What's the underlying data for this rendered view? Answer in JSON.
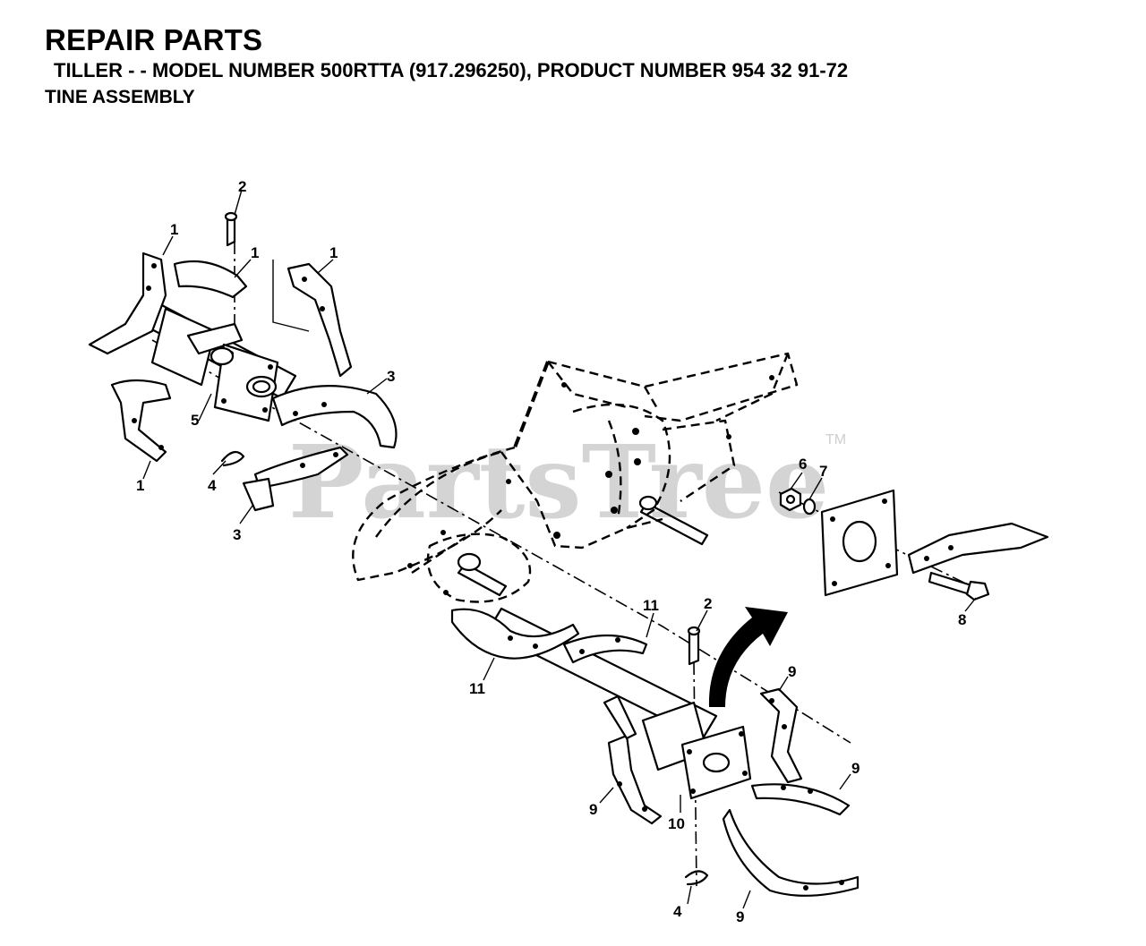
{
  "header": {
    "title": "REPAIR PARTS",
    "subtitle": "TILLER - - MODEL NUMBER 500RTTA (917.296250), PRODUCT NUMBER 954 32 91-72",
    "section": "TINE ASSEMBLY"
  },
  "watermark": {
    "text": "PartsTree",
    "trademark": "TM"
  },
  "callouts": [
    {
      "id": "c1a",
      "label": "1"
    },
    {
      "id": "c1b",
      "label": "1"
    },
    {
      "id": "c1c",
      "label": "1"
    },
    {
      "id": "c1d",
      "label": "1"
    },
    {
      "id": "c2a",
      "label": "2"
    },
    {
      "id": "c3a",
      "label": "3"
    },
    {
      "id": "c3b",
      "label": "3"
    },
    {
      "id": "c4a",
      "label": "4"
    },
    {
      "id": "c5",
      "label": "5"
    },
    {
      "id": "c6",
      "label": "6"
    },
    {
      "id": "c7",
      "label": "7"
    },
    {
      "id": "c8",
      "label": "8"
    },
    {
      "id": "c11a",
      "label": "11"
    },
    {
      "id": "c11b",
      "label": "11"
    },
    {
      "id": "c2b",
      "label": "2"
    },
    {
      "id": "c9a",
      "label": "9"
    },
    {
      "id": "c9b",
      "label": "9"
    },
    {
      "id": "c9c",
      "label": "9"
    },
    {
      "id": "c10",
      "label": "10"
    },
    {
      "id": "c4b",
      "label": "4"
    },
    {
      "id": "c9d",
      "label": "9"
    }
  ],
  "colors": {
    "ink": "#000000",
    "watermark": "#d4d4d4",
    "background": "#ffffff"
  }
}
